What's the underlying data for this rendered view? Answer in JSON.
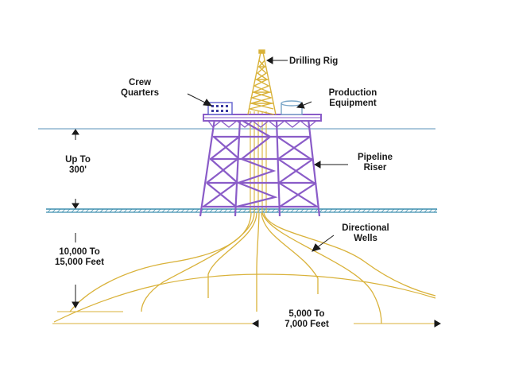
{
  "labels": {
    "drilling_rig": "Drilling Rig",
    "crew_quarters_1": "Crew",
    "crew_quarters_2": "Quarters",
    "production_equipment_1": "Production",
    "production_equipment_2": "Equipment",
    "depth_water_1": "Up To",
    "depth_water_2": "300'",
    "pipeline_riser_1": "Pipeline",
    "pipeline_riser_2": "Riser",
    "directional_wells_1": "Directional",
    "directional_wells_2": "Wells",
    "well_depth_1": "10,000 To",
    "well_depth_2": "15,000 Feet",
    "horizontal_reach_1": "5,000 To",
    "horizontal_reach_2": "7,000 Feet"
  },
  "colors": {
    "platform": "#8a5cc8",
    "derrick": "#d9b23a",
    "wells": "#d9b23a",
    "sea_surface": "#7aa6c8",
    "seabed": "#3f8faf",
    "reservoir": "#d9b23a",
    "text": "#1a1a1a",
    "crew_module": "#6a6ad0"
  },
  "icons": {
    "crew_quarters": "building-module-icon",
    "production_equipment": "storage-tank-icon",
    "drilling_rig": "derrick-tower-icon"
  }
}
